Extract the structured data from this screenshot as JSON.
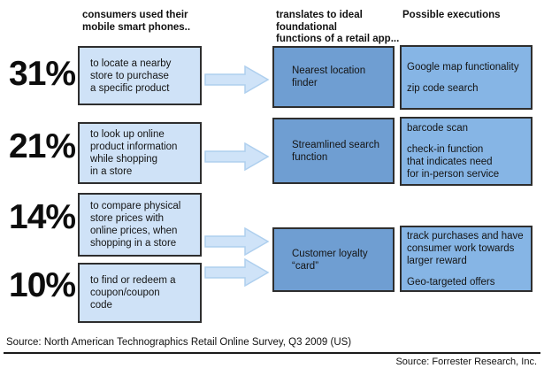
{
  "headers": {
    "behaviors": "consumers used their\nmobile smart phones..",
    "functions": "translates to ideal\nfoundational\nfunctions of a retail app...",
    "executions": "Possible executions"
  },
  "behaviors": [
    {
      "percent": "31%",
      "label": "to locate a nearby\nstore to purchase\na specific product"
    },
    {
      "percent": "21%",
      "label": "to look up online\nproduct information\nwhile shopping\nin a store"
    },
    {
      "percent": "14%",
      "label": "to compare physical\nstore prices with\nonline prices, when\nshopping in a store"
    },
    {
      "percent": "10%",
      "label": "to find or redeem a\ncoupon/coupon\ncode"
    }
  ],
  "functions": [
    {
      "label": "Nearest location\nfinder"
    },
    {
      "label": "Streamlined search\nfunction"
    },
    {
      "label": "Customer loyalty\n“card”"
    }
  ],
  "executions": [
    {
      "items": [
        "Google map functionality",
        "zip code search"
      ]
    },
    {
      "items": [
        "barcode scan",
        "check-in function\nthat indicates need\nfor in-person service"
      ]
    },
    {
      "items": [
        "track purchases and have\nconsumer work towards\nlarger reward",
        "Geo-targeted offers"
      ]
    }
  ],
  "footer": {
    "source_left": "Source: North American Technographics Retail Online Survey, Q3 2009 (US)",
    "source_right": "Source: Forrester Research, Inc."
  },
  "colors": {
    "left_box_fill": "#cfe2f7",
    "function_box_fill": "#6f9ed2",
    "execution_box_fill": "#86b5e5",
    "box_border": "#2e2e2e",
    "arrow_fill": "#cfe3f8",
    "arrow_stroke": "#aecfee"
  }
}
